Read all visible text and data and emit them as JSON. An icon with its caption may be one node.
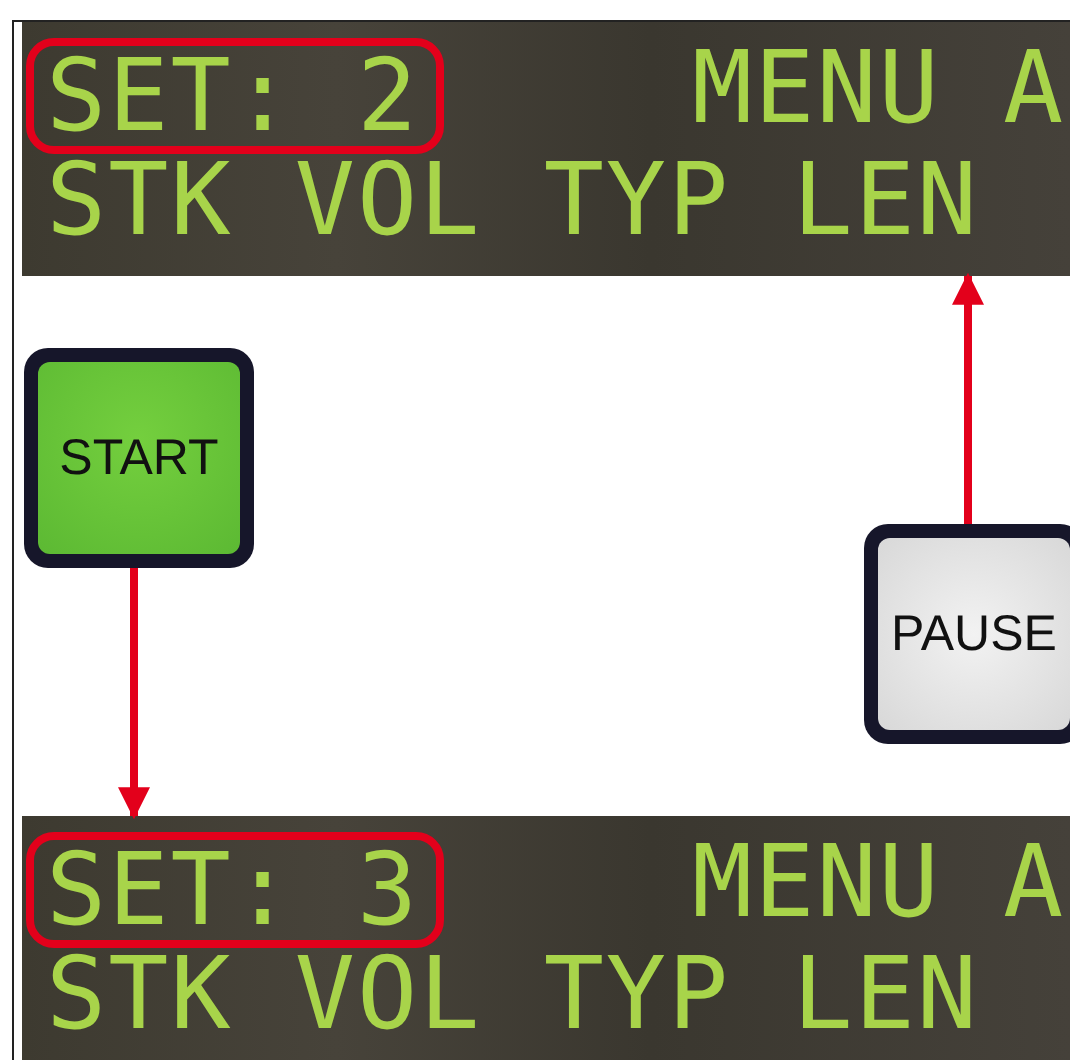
{
  "diagram": {
    "nodes": [
      {
        "text": [
          "SET: 2",
          "MENU A",
          "STK VOL TYP LEN"
        ]
      },
      {
        "text": [
          "START"
        ]
      },
      {
        "text": [
          "PAUSE"
        ]
      },
      {
        "text": [
          "SET: 3",
          "MENU A",
          "STK VOL TYP LEN"
        ]
      }
    ],
    "edges": [
      {
        "from": 1,
        "to": 3,
        "arrow": "to"
      },
      {
        "from": 2,
        "to": 0,
        "arrow": "to"
      }
    ]
  }
}
